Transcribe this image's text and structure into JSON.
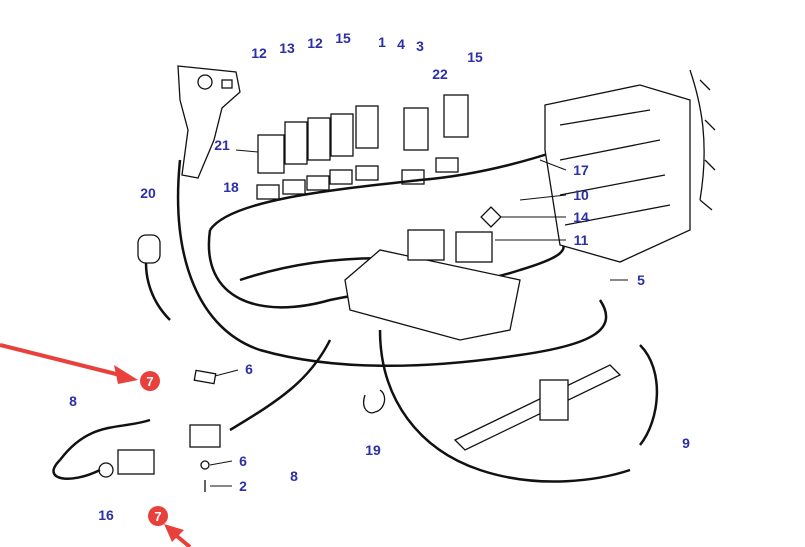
{
  "diagram": {
    "label_color": "#2b2fa8",
    "marker_color": "#e8413c",
    "part_labels": [
      {
        "id": "p12a",
        "text": "12"
      },
      {
        "id": "p13",
        "text": "13"
      },
      {
        "id": "p12b",
        "text": "12"
      },
      {
        "id": "p15a",
        "text": "15"
      },
      {
        "id": "p1",
        "text": "1"
      },
      {
        "id": "p4",
        "text": "4"
      },
      {
        "id": "p3",
        "text": "3"
      },
      {
        "id": "p15b",
        "text": "15"
      },
      {
        "id": "p22",
        "text": "22"
      },
      {
        "id": "p21",
        "text": "21"
      },
      {
        "id": "p17",
        "text": "17"
      },
      {
        "id": "p10",
        "text": "10"
      },
      {
        "id": "p14",
        "text": "14"
      },
      {
        "id": "p11",
        "text": "11"
      },
      {
        "id": "p5",
        "text": "5"
      },
      {
        "id": "p20",
        "text": "20"
      },
      {
        "id": "p18",
        "text": "18"
      },
      {
        "id": "p6a",
        "text": "6"
      },
      {
        "id": "p8a",
        "text": "8"
      },
      {
        "id": "p6b",
        "text": "6"
      },
      {
        "id": "p2",
        "text": "2"
      },
      {
        "id": "p8b",
        "text": "8"
      },
      {
        "id": "p16",
        "text": "16"
      },
      {
        "id": "p19",
        "text": "19"
      },
      {
        "id": "p9",
        "text": "9"
      }
    ],
    "markers": [
      {
        "text": "7"
      },
      {
        "text": "7"
      }
    ]
  }
}
